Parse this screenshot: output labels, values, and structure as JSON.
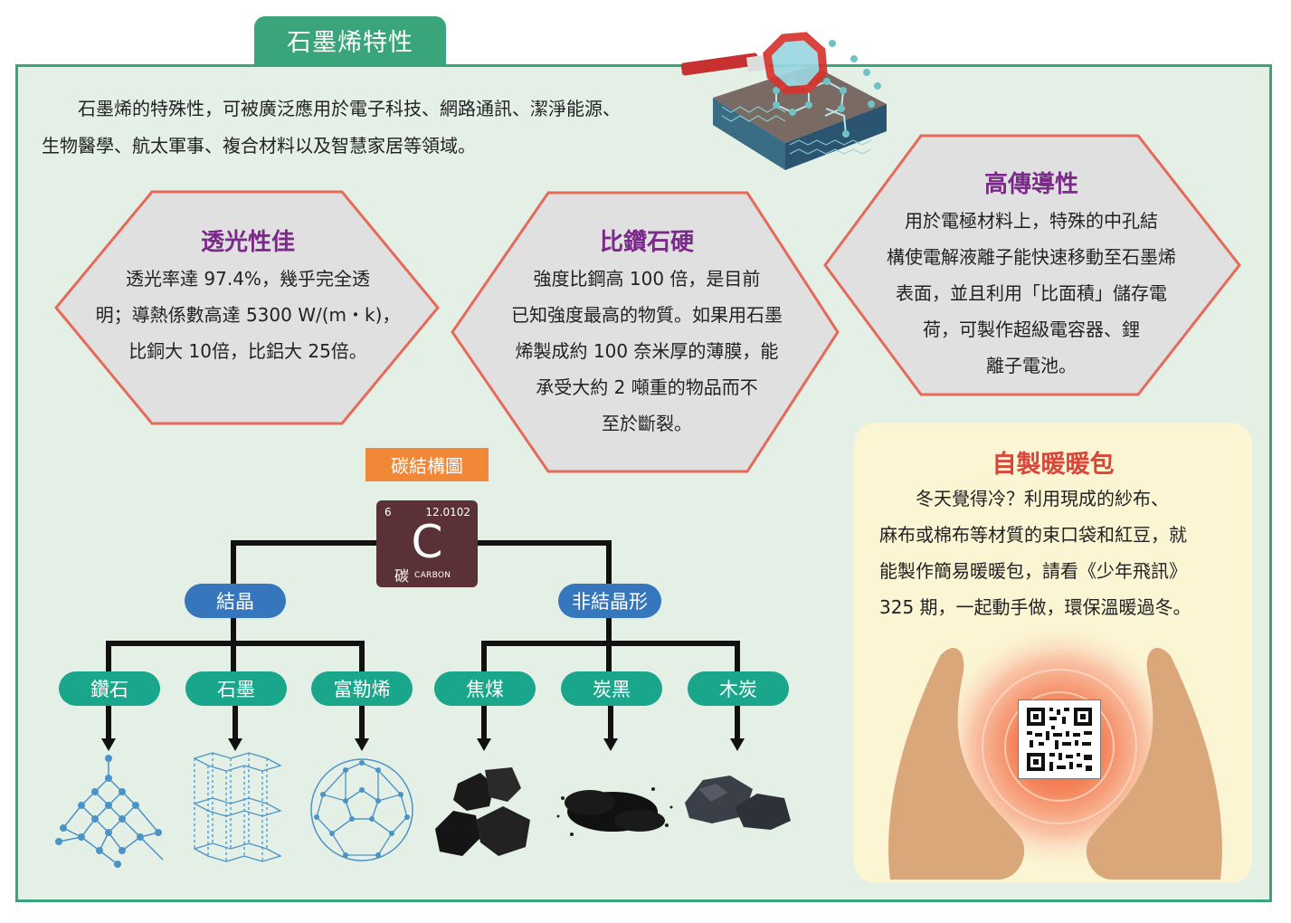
{
  "header": {
    "title": "石墨烯特性"
  },
  "intro": {
    "line1": "石墨烯的特殊性，可被廣泛應用於電子科技、網路通訊、潔淨能源、",
    "line2": "生物醫學、航太軍事、複合材料以及智慧家居等領域。"
  },
  "hexagons": [
    {
      "title": "透光性佳",
      "lines": [
        "透光率達 97.4%，幾乎完全透",
        "明；導熱係數高達 5300 W/(m・k)，",
        "比銅大 10倍，比鋁大 25倍。"
      ]
    },
    {
      "title": "比鑽石硬",
      "lines": [
        "強度比鋼高 100 倍，是目前",
        "已知強度最高的物質。如果用石墨",
        "烯製成約 100 奈米厚的薄膜，能",
        "承受大約 2 噸重的物品而不",
        "至於斷裂。"
      ]
    },
    {
      "title": "高傳導性",
      "lines": [
        "用於電極材料上，特殊的中孔結",
        "構使電解液離子能快速移動至石墨烯",
        "表面，並且利用「比面積」儲存電",
        "荷，可製作超級電容器、鋰",
        "離子電池。"
      ]
    }
  ],
  "diy": {
    "title": "自製暖暖包",
    "lines": [
      "冬天覺得冷？利用現成的紗布、",
      "麻布或棉布等材質的束口袋和紅豆，就",
      "能製作簡易暖暖包，請看《少年飛訊》",
      "325 期，一起動手做，環保溫暖過冬。"
    ]
  },
  "carbon_chart": {
    "label": "碳結構圖",
    "element": {
      "number": "6",
      "mass": "12.0102",
      "symbol": "C",
      "name_zh": "碳",
      "name_en": "CARBON"
    },
    "groups": [
      {
        "label": "結晶",
        "children": [
          "鑽石",
          "石墨",
          "富勒烯"
        ]
      },
      {
        "label": "非結晶形",
        "children": [
          "焦煤",
          "炭黑",
          "木炭"
        ]
      }
    ]
  },
  "colors": {
    "frame_green": "#3aa57a",
    "hex_fill": "#e0e0e0",
    "hex_border": "#e56a5a",
    "hex_title": "#7b2a8a",
    "diy_title": "#d8473a",
    "group_pill": "#3676bd",
    "child_pill": "#1aa68a",
    "label_orange": "#f08838",
    "element_tile": "#5a3136"
  }
}
